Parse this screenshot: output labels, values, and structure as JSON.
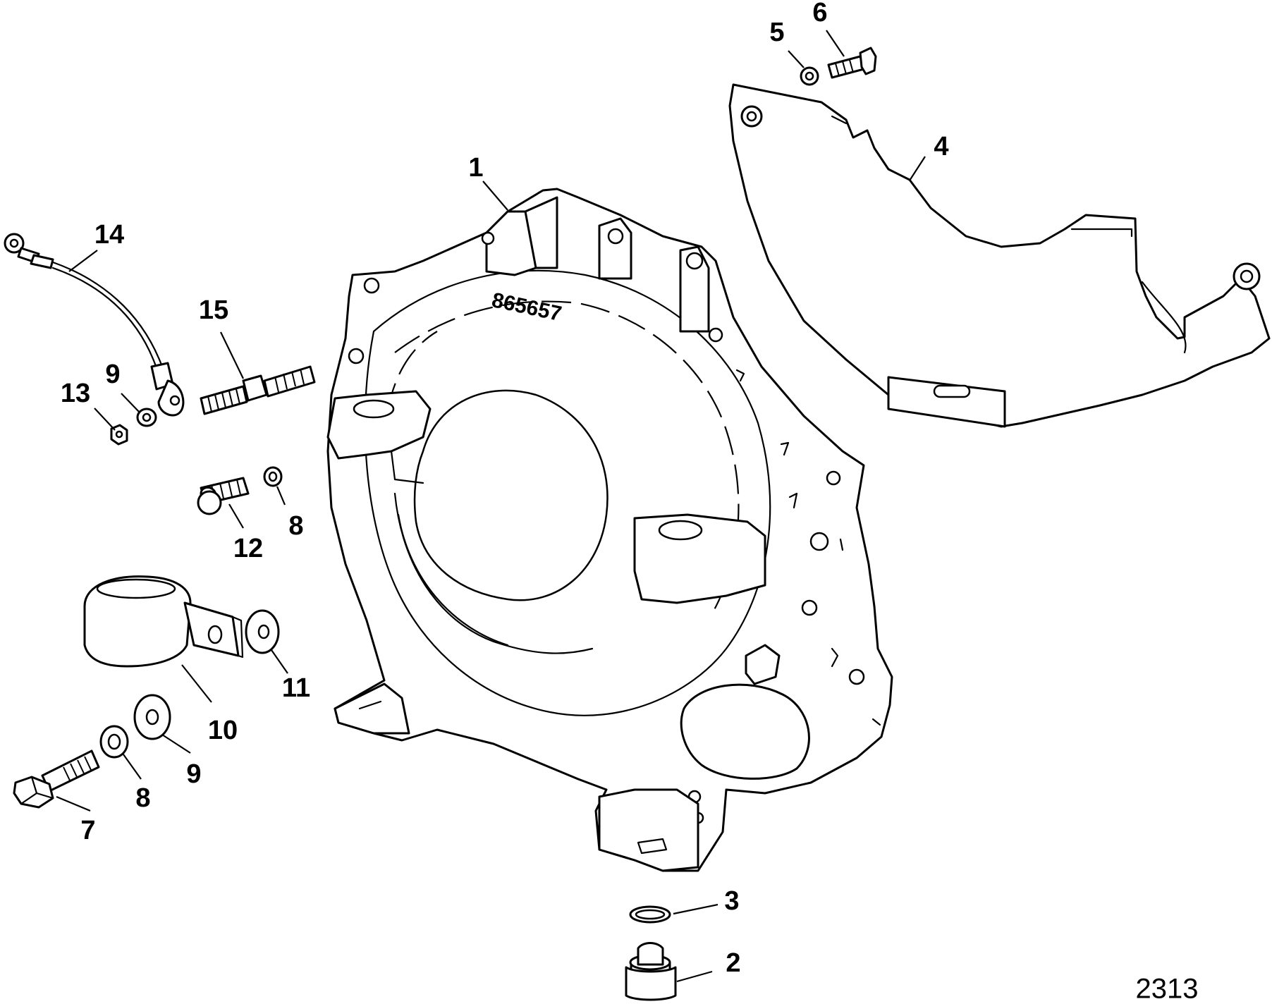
{
  "diagram": {
    "figure_number": "2313",
    "housing_stamp": "865657",
    "callouts": [
      {
        "id": "c1",
        "label": "1"
      },
      {
        "id": "c2",
        "label": "2"
      },
      {
        "id": "c3",
        "label": "3"
      },
      {
        "id": "c4",
        "label": "4"
      },
      {
        "id": "c5",
        "label": "5"
      },
      {
        "id": "c6",
        "label": "6"
      },
      {
        "id": "c7",
        "label": "7"
      },
      {
        "id": "c8a",
        "label": "8"
      },
      {
        "id": "c8b",
        "label": "8"
      },
      {
        "id": "c9a",
        "label": "9"
      },
      {
        "id": "c9b",
        "label": "9"
      },
      {
        "id": "c10",
        "label": "10"
      },
      {
        "id": "c11",
        "label": "11"
      },
      {
        "id": "c12",
        "label": "12"
      },
      {
        "id": "c13",
        "label": "13"
      },
      {
        "id": "c14",
        "label": "14"
      },
      {
        "id": "c15",
        "label": "15"
      }
    ]
  }
}
